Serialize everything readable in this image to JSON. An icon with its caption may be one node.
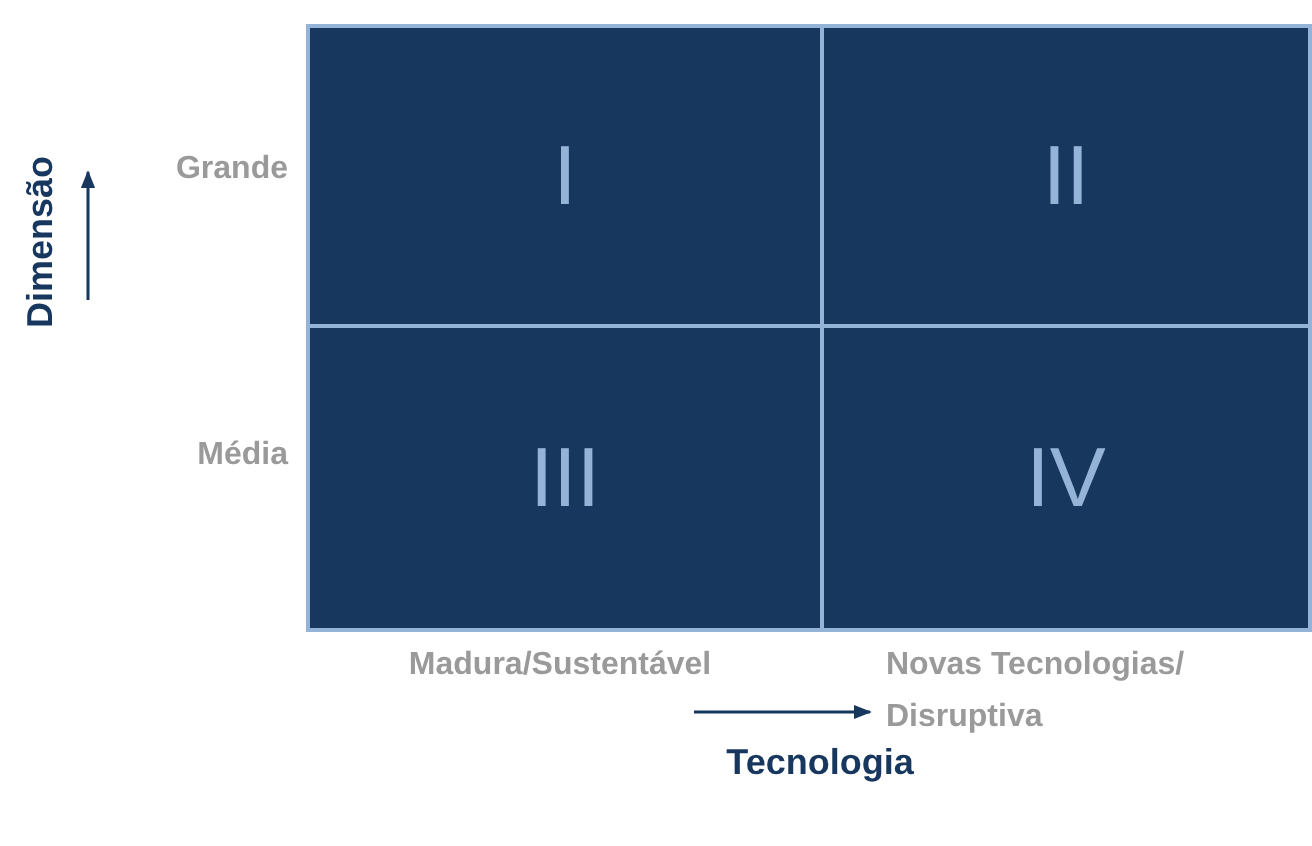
{
  "diagram": {
    "nodes": [
      {
        "text": [
          "I"
        ]
      },
      {
        "text": [
          "II"
        ]
      },
      {
        "text": [
          "III"
        ]
      },
      {
        "text": [
          "IV"
        ]
      }
    ],
    "labels": [
      "Dimensão",
      "Grande",
      "Média",
      "Madura/Sustentável",
      "Novas Tecnologias/ Disruptiva",
      "Tecnologia"
    ]
  }
}
